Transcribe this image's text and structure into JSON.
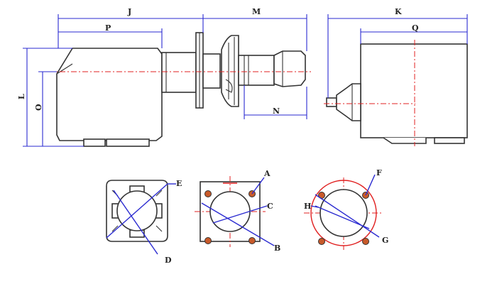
{
  "colors": {
    "outline": "#333333",
    "dimension": "#2a2ad0",
    "centerline": "#e02020",
    "bolt_holes": "#c85a2a",
    "background": "#ffffff"
  },
  "dimensions": {
    "J": "J",
    "M": "M",
    "P": "P",
    "K": "K",
    "Q": "Q",
    "N": "N",
    "L": "L",
    "O": "O"
  },
  "flange_callouts": {
    "A": "A",
    "B": "B",
    "C": "C",
    "D": "D",
    "E": "E",
    "F": "F",
    "G": "G",
    "H": "H"
  }
}
